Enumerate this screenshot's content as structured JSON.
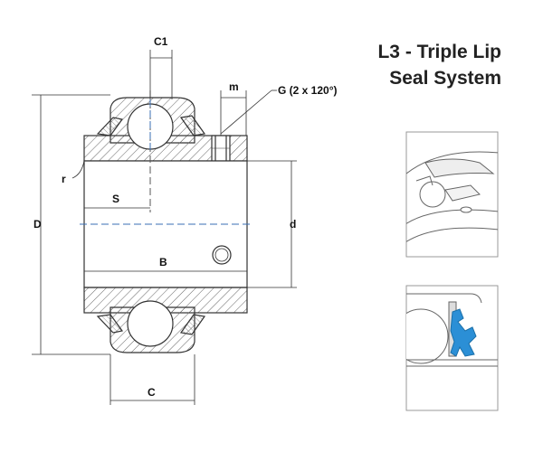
{
  "title": {
    "line1": "L3 - Triple Lip",
    "line2": "Seal System"
  },
  "dimensions": {
    "C1": "C1",
    "m": "m",
    "G": "G (2 x 120°)",
    "r": "r",
    "S": "S",
    "D": "D",
    "d": "d",
    "B": "B",
    "C": "C"
  },
  "colors": {
    "line": "#333333",
    "hatch": "#555555",
    "axis": "#3a6fb5",
    "seal": "#2b8fd6"
  }
}
